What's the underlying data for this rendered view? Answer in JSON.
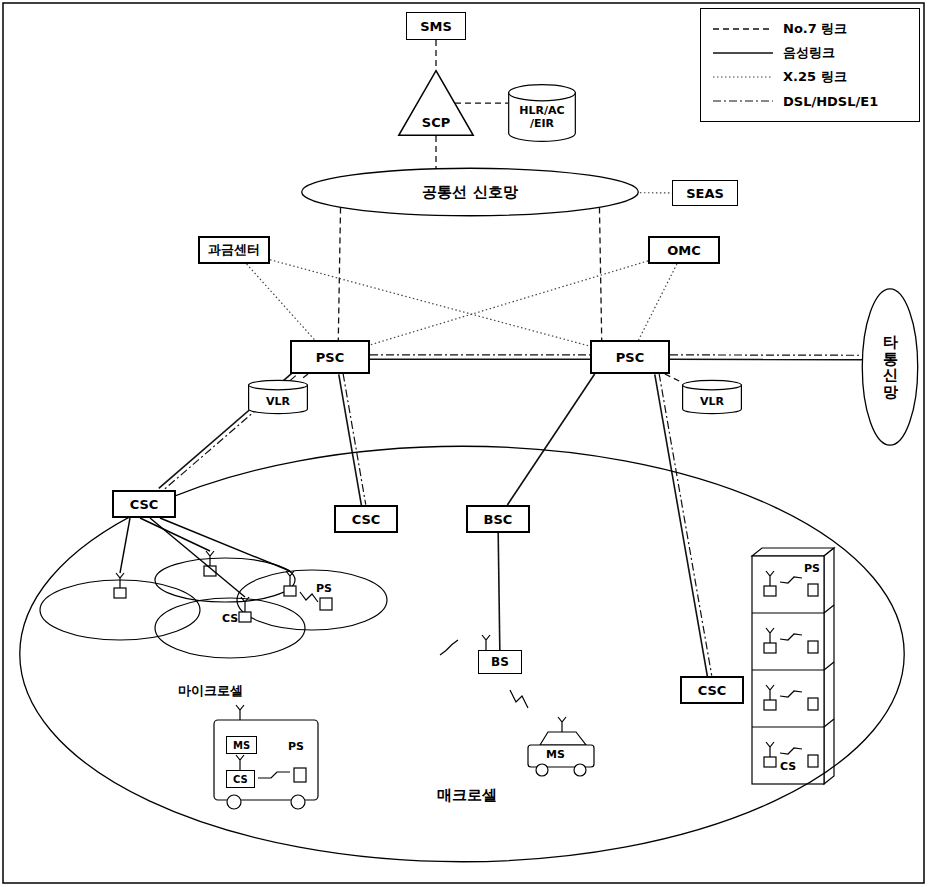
{
  "diagram": {
    "nodes": [
      {
        "text": [
          "SMS"
        ]
      },
      {
        "text": [
          "SCP"
        ]
      },
      {
        "text": [
          "HLR/AC /EIR"
        ]
      },
      {
        "text": [
          "공통선 신호망"
        ]
      },
      {
        "text": [
          "SEAS"
        ]
      },
      {
        "text": [
          "과금센터"
        ]
      },
      {
        "text": [
          "OMC"
        ]
      },
      {
        "text": [
          "PSC"
        ]
      },
      {
        "text": [
          "PSC"
        ]
      },
      {
        "text": [
          "VLR"
        ]
      },
      {
        "text": [
          "VLR"
        ]
      },
      {
        "text": [
          "타통신망"
        ]
      },
      {
        "text": [
          "매크로셀"
        ]
      },
      {
        "text": [
          "CSC"
        ],
        "in": 12
      },
      {
        "text": [
          "CSC"
        ],
        "in": 12
      },
      {
        "text": [
          "BSC"
        ],
        "in": 12
      },
      {
        "text": [
          "BS"
        ],
        "in": 12
      },
      {
        "text": [
          "CSC"
        ],
        "in": 12
      },
      {
        "text": [
          "MS"
        ],
        "in": 12
      },
      {
        "text": [
          "CS"
        ],
        "in": 12
      }
    ],
    "edges": [
      {
        "from": 0,
        "to": 1,
        "arrow": "none"
      },
      {
        "from": 1,
        "to": 2,
        "arrow": "none"
      },
      {
        "from": 1,
        "to": 3,
        "arrow": "none"
      },
      {
        "from": 3,
        "to": 4,
        "arrow": "none"
      },
      {
        "from": 3,
        "to": 7,
        "arrow": "none"
      },
      {
        "from": 3,
        "to": 8,
        "arrow": "none"
      },
      {
        "from": 5,
        "to": 7,
        "arrow": "none"
      },
      {
        "from": 5,
        "to": 8,
        "arrow": "none"
      },
      {
        "from": 6,
        "to": 7,
        "arrow": "none"
      },
      {
        "from": 6,
        "to": 8,
        "arrow": "none"
      },
      {
        "from": 7,
        "to": 8,
        "arrow": "none"
      },
      {
        "from": 8,
        "to": 11,
        "arrow": "none"
      },
      {
        "from": 7,
        "to": 9,
        "arrow": "none"
      },
      {
        "from": 8,
        "to": 10,
        "arrow": "none"
      },
      {
        "from": 7,
        "to": 13,
        "arrow": "none"
      },
      {
        "from": 7,
        "to": 14,
        "arrow": "none"
      },
      {
        "from": 8,
        "to": 15,
        "arrow": "none"
      },
      {
        "from": 8,
        "to": 17,
        "arrow": "none"
      },
      {
        "from": 15,
        "to": 16,
        "arrow": "none"
      }
    ],
    "labels": [
      "CS",
      "PS",
      "마이크로셀",
      "PS",
      "MS",
      "PS",
      "CS"
    ],
    "legend": [
      {
        "text": "No.7 링크"
      },
      {
        "text": "음성링크"
      },
      {
        "text": "X.25 링크"
      },
      {
        "text": "DSL/HDSL/E1"
      }
    ]
  }
}
